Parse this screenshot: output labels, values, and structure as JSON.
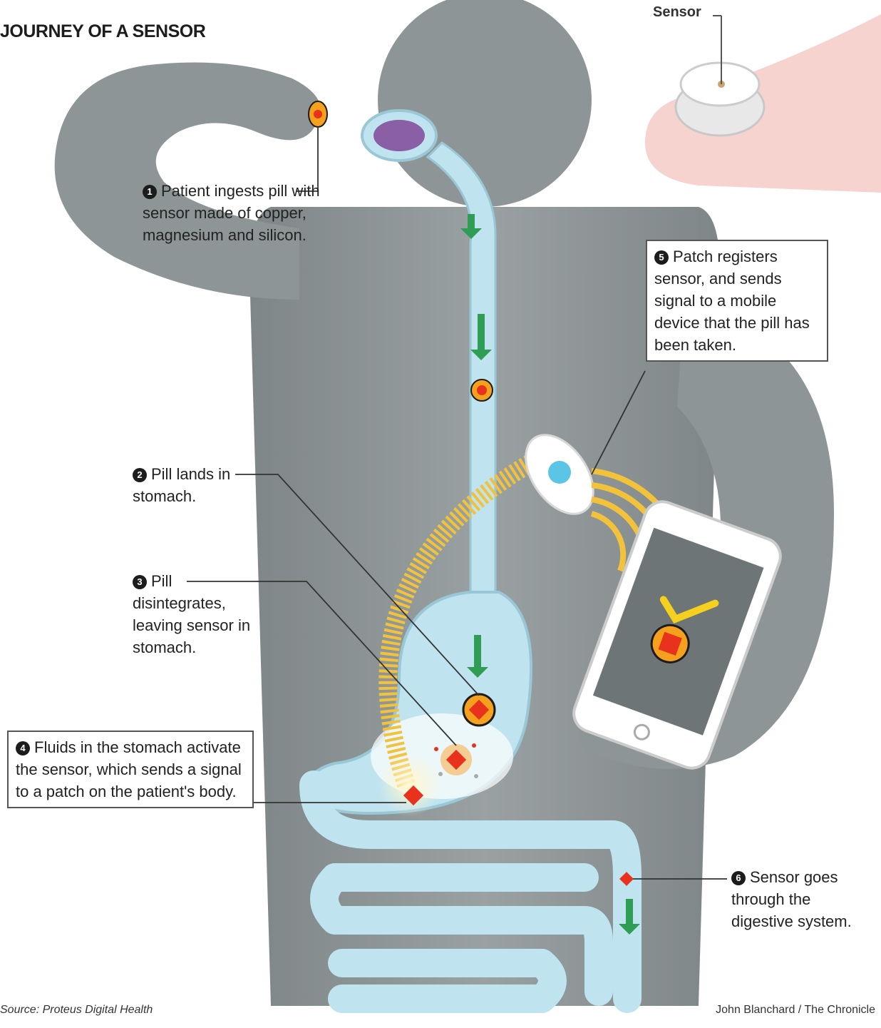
{
  "title": "JOURNEY OF A SENSOR",
  "sensor_label": "Sensor",
  "steps": [
    {
      "num": "1",
      "text": "Patient ingests pill with sensor made of copper, magnesium and silicon."
    },
    {
      "num": "2",
      "text": "Pill lands in stomach."
    },
    {
      "num": "3",
      "text": "Pill disintegrates, leaving sensor in stomach."
    },
    {
      "num": "4",
      "text": "Fluids in the stomach activate the sensor, which sends a signal to a patch on the patient's body."
    },
    {
      "num": "5",
      "text": "Patch registers sensor, and sends signal to a mobile device that the pill has been taken."
    },
    {
      "num": "6",
      "text": "Sensor goes through the digestive system."
    }
  ],
  "source": "Source: Proteus Digital Health",
  "credit": "John Blanchard / The Chronicle",
  "colors": {
    "body": "#8e9597",
    "organ": "#bfe3ef",
    "signal": "#f2c23a",
    "pill_red": "#e8321e",
    "pill_ring": "#f5a11e",
    "arrow": "#2f9e54",
    "finger": "#f6d3cf"
  }
}
